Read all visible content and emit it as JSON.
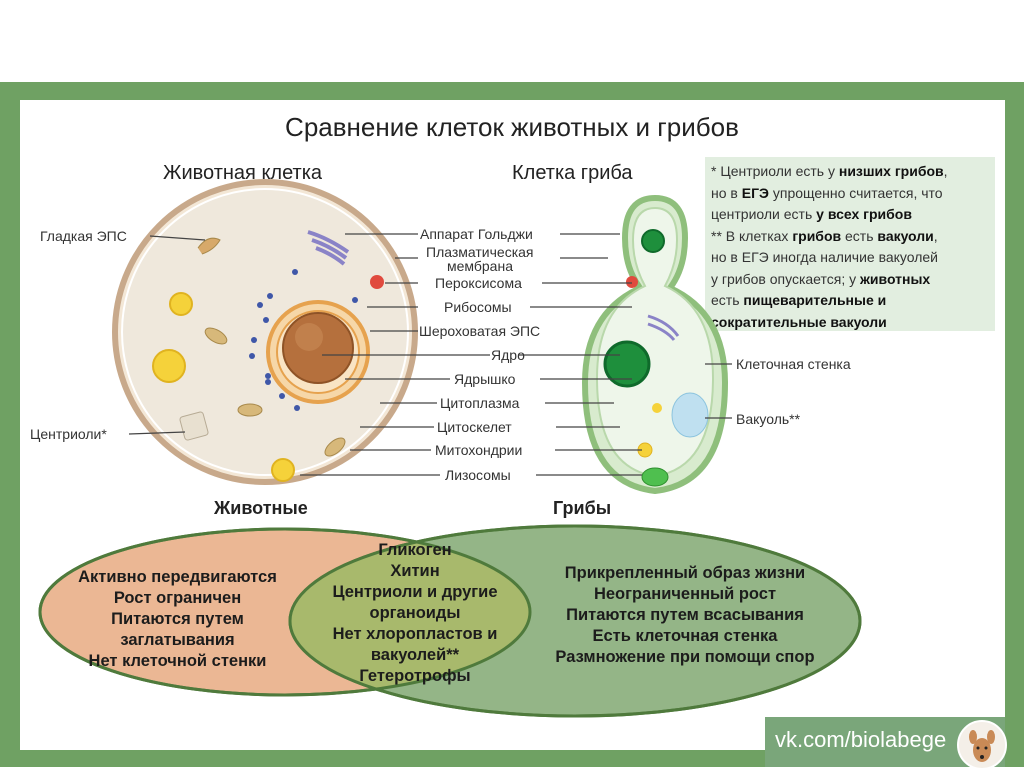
{
  "title": "Сравнение клеток животных и грибов",
  "animal_heading": "Животная клетка",
  "fungus_heading": "Клетка гриба",
  "note": {
    "p1_a": "* Центриоли есть у ",
    "p1_b": "низших грибов",
    "p1_c": ",",
    "p2_a": "но в ",
    "p2_b": "ЕГЭ",
    "p2_c": " упрощенно считается, что",
    "p3_a": "центриоли есть ",
    "p3_b": "у всех грибов",
    "p4_a": "** В клетках ",
    "p4_b": "грибов",
    "p4_c": " есть ",
    "p4_d": "вакуоли",
    "p4_e": ",",
    "p5": "но в ЕГЭ иногда наличие вакуолей",
    "p6_a": "у грибов опускается;  у ",
    "p6_b": "животных",
    "p7_a": "есть ",
    "p7_b": "пищеварительные и",
    "p8_b": "сократительные вакуоли"
  },
  "labels": {
    "smooth_er": "Гладкая ЭПС",
    "centrioles": "Центриоли*",
    "golgi": "Аппарат Гольджи",
    "plasma_membrane_1": "Плазматическая",
    "plasma_membrane_2": "мембрана",
    "peroxisome": "Пероксисома",
    "ribosomes": "Рибосомы",
    "rough_er": "Шероховатая ЭПС",
    "nucleus": "Ядро",
    "nucleolus": "Ядрышко",
    "cytoplasm": "Цитоплазма",
    "cytoskeleton": "Цитоскелет",
    "mitochondria": "Митохондрии",
    "lysosomes": "Лизосомы",
    "cell_wall": "Клеточная стенка",
    "vacuole": "Вакуоль**"
  },
  "venn": {
    "animals_title": "Животные",
    "fungi_title": "Грибы",
    "animals": [
      "Активно передвигаются",
      "Рост ограничен",
      "Питаются путем",
      "заглатывания",
      "Нет клеточной стенки"
    ],
    "common": [
      "Гликоген",
      "Хитин",
      "Центриоли и другие",
      "органоиды",
      "Нет хлоропластов и",
      "вакуолей**",
      "Гетеротрофы"
    ],
    "fungi": [
      "Прикрепленный образ жизни",
      "Неограниченный рост",
      "Питаются путем всасывания",
      "Есть клеточная стенка",
      "Размножение при помощи спор"
    ]
  },
  "watermark": "vk.com/biolabege",
  "colors": {
    "frame": "#6fa163",
    "note_bg": "#e2eee0",
    "animals_fill": "#eab48f",
    "common_fill": "#a8b96c",
    "fungi_fill": "#8fb281",
    "border": "#4f7a3c"
  }
}
